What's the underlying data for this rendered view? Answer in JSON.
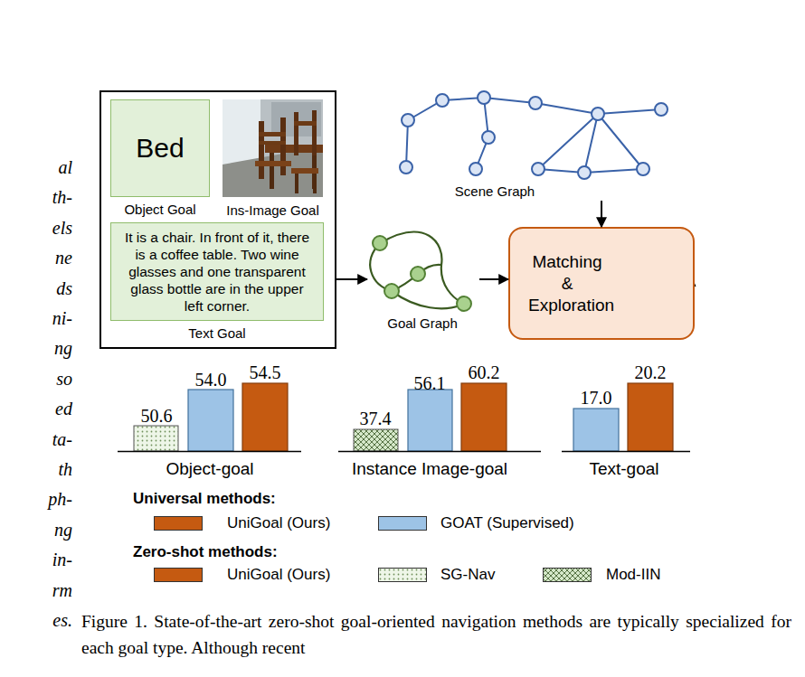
{
  "diagram": {
    "caption": "Figure 1. State-of-the-art zero-shot goal-oriented navigation methods are typically specialized for each goal type. Although recent",
    "nodes": [
      {
        "text": []
      },
      {
        "text": [
          "Bed",
          "Object Goal"
        ],
        "in": 0
      },
      {
        "text": [
          "Ins-Image Goal"
        ],
        "in": 0
      },
      {
        "text": [
          "It is a chair. In front of it, there is a coffee table. Two wine glasses and one transparent glass bottle are in the upper left corner.",
          "Text Goal"
        ],
        "in": 0
      },
      {
        "text": [
          "Scene Graph"
        ]
      },
      {
        "text": [
          "Goal Graph"
        ]
      },
      {
        "text": [
          "Matching & Exploration"
        ]
      }
    ],
    "edges": [
      {
        "from": 0,
        "to": 5,
        "arrow": "to"
      },
      {
        "from": 5,
        "to": 6,
        "arrow": "to"
      },
      {
        "from": 4,
        "to": 6,
        "arrow": "to"
      }
    ],
    "labels": [
      "al",
      "th-",
      "els",
      "ne",
      "ds",
      "ni-",
      "ng",
      "so",
      "ed",
      "ta-",
      "th",
      "ph-",
      "ng",
      "in-",
      "rm",
      "es.",
      "50.6",
      "54.0",
      "54.5",
      "37.4",
      "56.1",
      "60.2",
      "17.0",
      "20.2",
      "Object-goal",
      "Instance Image-goal",
      "Text-goal",
      "Universal methods:",
      "Zero-shot methods:"
    ],
    "legend": [
      {
        "text": "UniGoal (Ours)",
        "color": "#c55a11"
      },
      {
        "text": "GOAT (Supervised)",
        "color": "#9dc3e6"
      },
      {
        "text": "UniGoal (Ours)",
        "color": "#c55a11"
      },
      {
        "text": "SG-Nav"
      },
      {
        "text": "Mod-IIN"
      }
    ]
  }
}
